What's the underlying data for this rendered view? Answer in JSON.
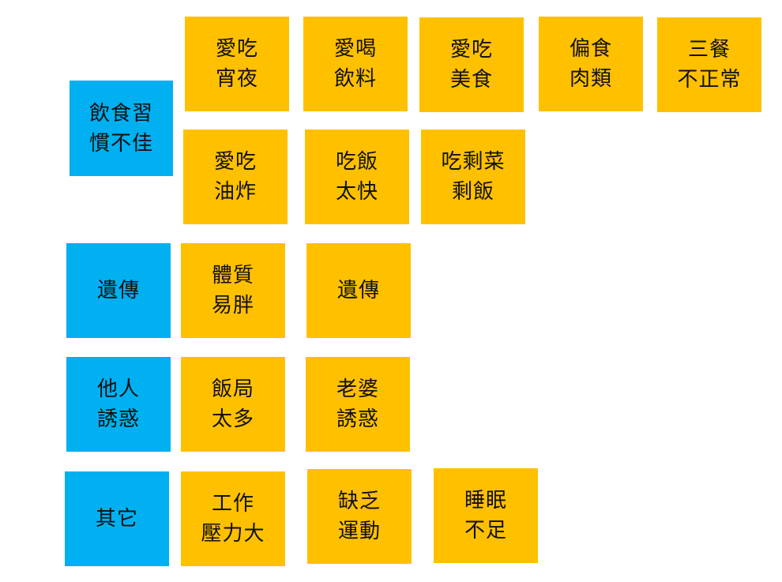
{
  "colors": {
    "category": "#00b0f0",
    "item": "#ffc000",
    "text": "#111111",
    "background": "#ffffff"
  },
  "categories": {
    "diet": "飲食習\n慣不佳",
    "genetics": "遺傳",
    "others_temptation": "他人\n誘惑",
    "other": "其它"
  },
  "items": {
    "diet": [
      "愛吃\n宵夜",
      "愛喝\n飲料",
      "愛吃\n美食",
      "偏食\n肉類",
      "三餐\n不正常",
      "愛吃\n油炸",
      "吃飯\n太快",
      "吃剩菜\n剩飯"
    ],
    "genetics": [
      "體質\n易胖",
      "遺傳"
    ],
    "others_temptation": [
      "飯局\n太多",
      "老婆\n誘惑"
    ],
    "other": [
      "工作\n壓力大",
      "缺乏\n運動",
      "睡眠\n不足"
    ]
  }
}
